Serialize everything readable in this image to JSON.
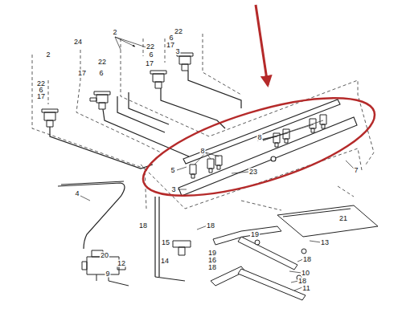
{
  "diagram": {
    "labels": [
      "2",
      "22",
      "6",
      "17",
      "3",
      "24",
      "22",
      "6",
      "17",
      "2",
      "22",
      "17",
      "6",
      "22",
      "6",
      "17",
      "8",
      "8",
      "5",
      "23",
      "7",
      "3",
      "4",
      "21",
      "18",
      "19",
      "18",
      "15",
      "13",
      "19",
      "20",
      "18",
      "14",
      "16",
      "12",
      "18",
      "10",
      "9",
      "18",
      "11"
    ]
  }
}
